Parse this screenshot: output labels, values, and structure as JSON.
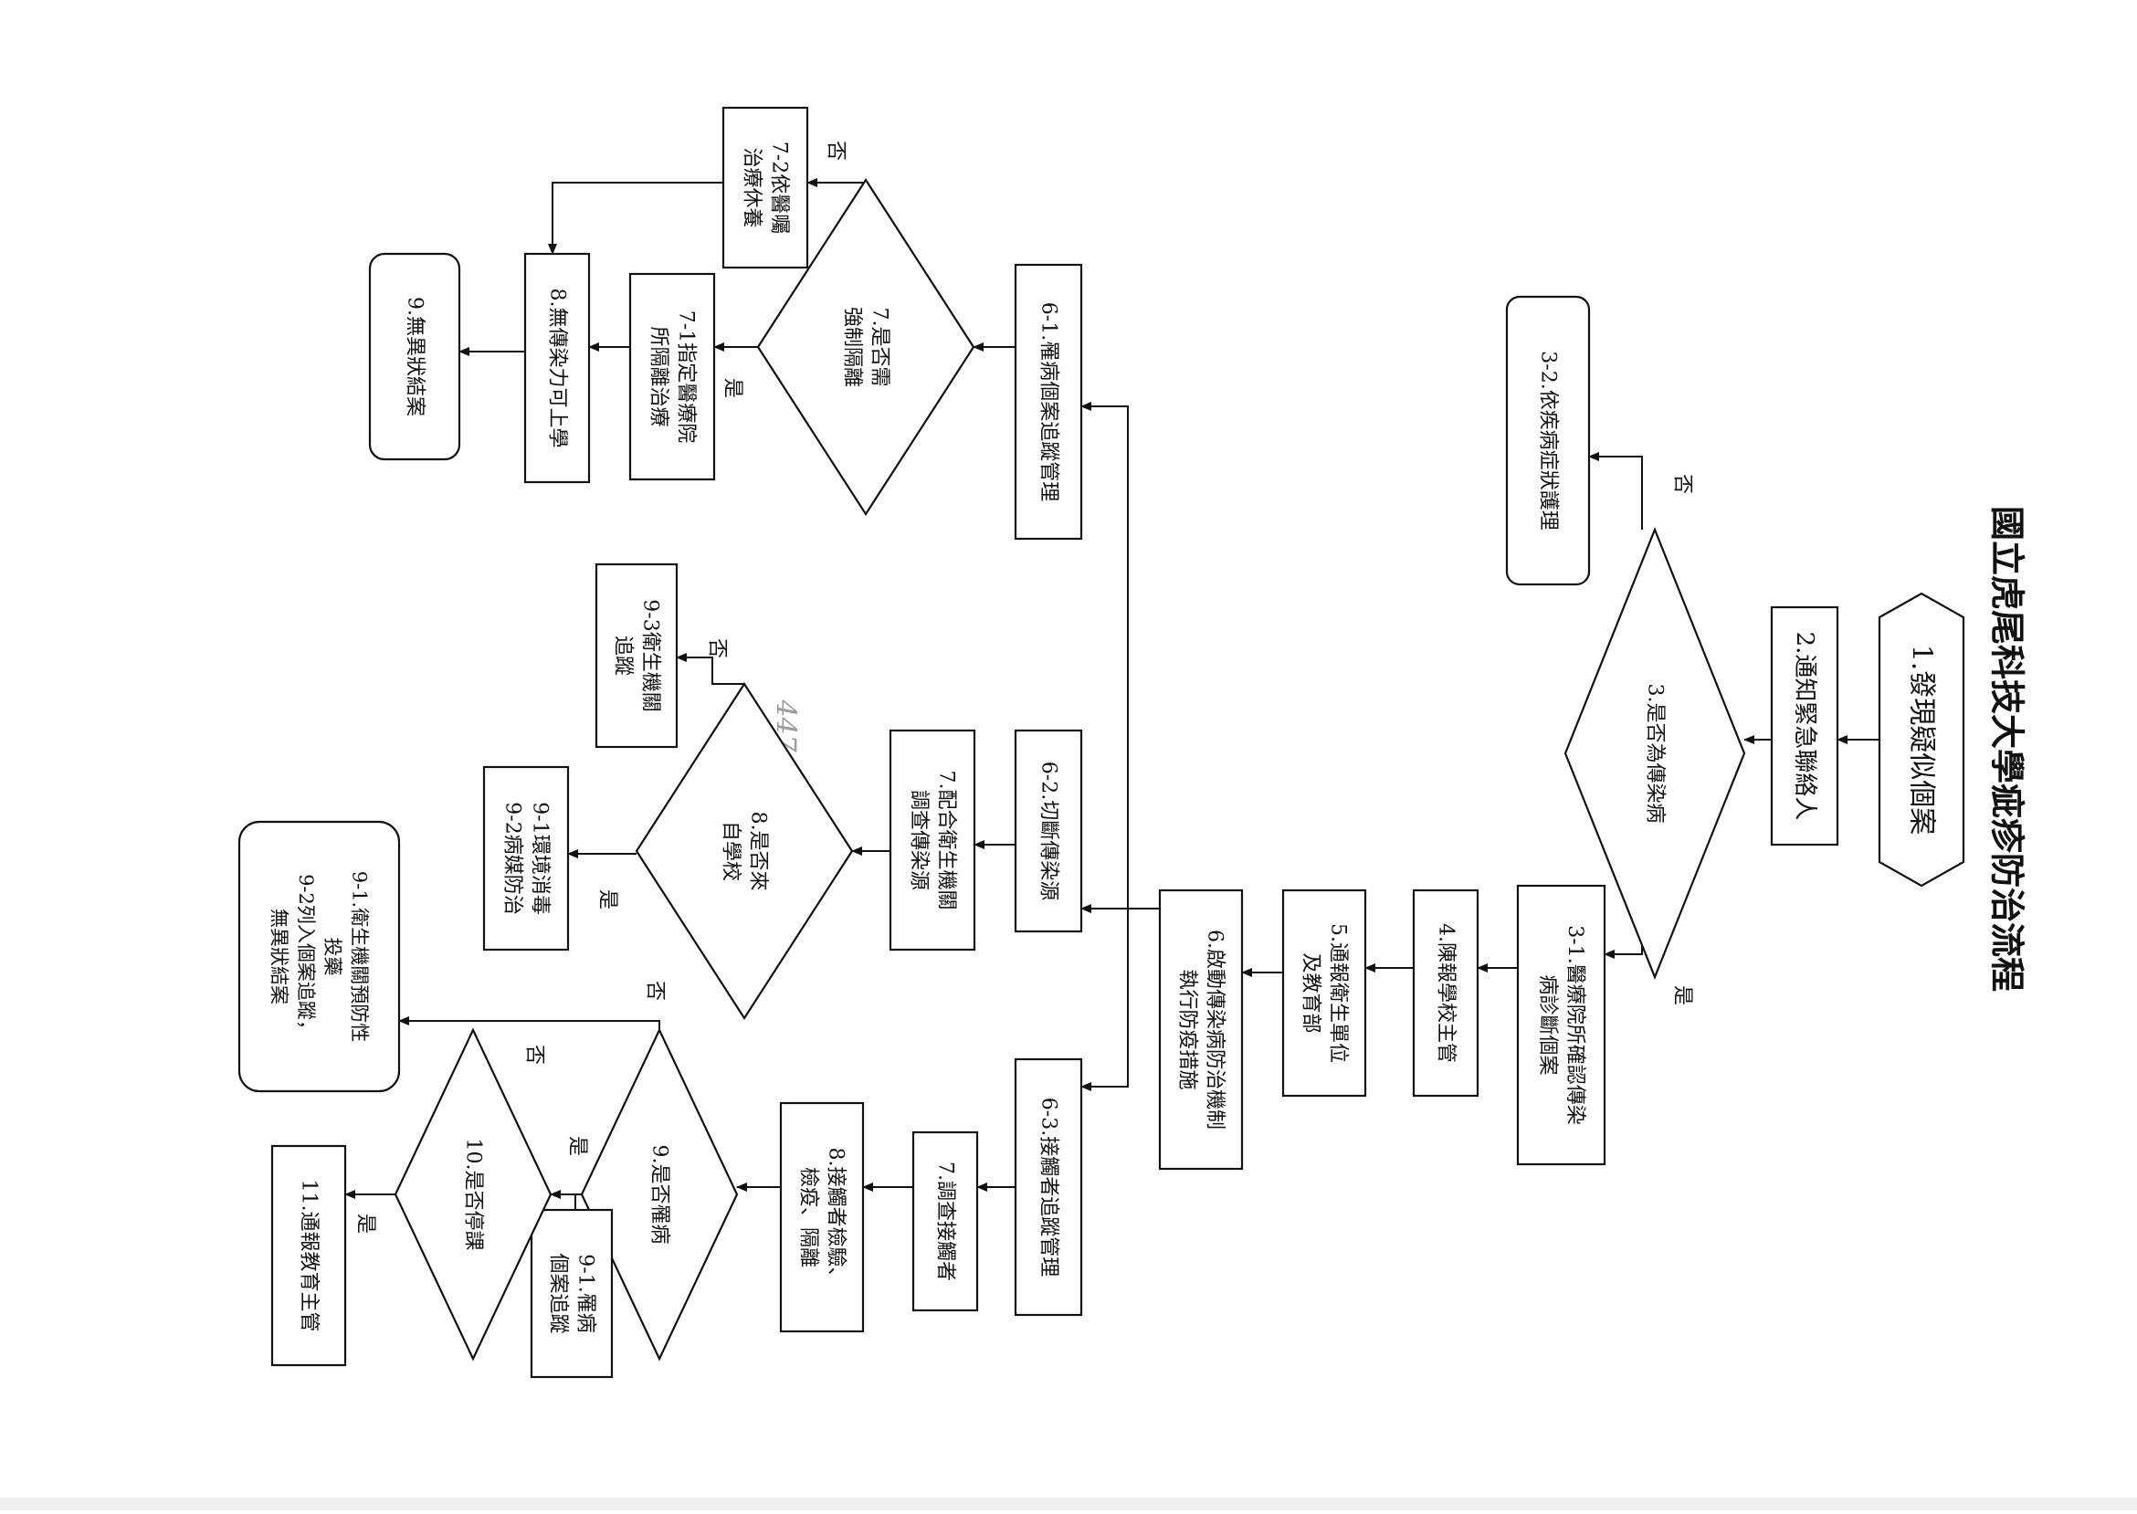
{
  "title": "國立虎尾科技大學疵疹防治流程",
  "nodes": {
    "n1": "1.發現疑似個案",
    "n2": "2.通知緊急聯絡人",
    "n3": "3.是否為傳染病",
    "n32": "3-2.依疾病症狀護理",
    "n31": [
      "3-1.醫療院所確認傳染",
      "病診斷個案"
    ],
    "n4": "4.陳報學校主管",
    "n5": [
      "5.通報衛生單位",
      "及教育部"
    ],
    "n6": [
      "6.啟動傳染病防治機制",
      "執行防疫措施"
    ],
    "n61": "6-1.罹病個案追蹤管理",
    "n7q": [
      "7.是否需",
      "強制隔離"
    ],
    "n71": [
      "7-1指定醫療院",
      "所隔離治療"
    ],
    "n72": [
      "7-2依醫囑",
      "治療休養"
    ],
    "n8": "8.無傳染力可上學",
    "n9end": "9.無異狀結案",
    "n62": "6-2.切斷傳染源",
    "n7b": [
      "7.配合衛生機關",
      "調查傳染源"
    ],
    "n8q": [
      "8.是否來",
      "自學校"
    ],
    "n93": [
      "9-3衛生機關",
      "追蹤"
    ],
    "n91": [
      "9-1環境消毒",
      "9-2病媒防治"
    ],
    "n63": "6-3.接觸者追蹤管理",
    "n7c": "7.調查接觸者",
    "n8c": [
      "8.接觸者檢驗、",
      "檢疫、隔離"
    ],
    "n9q": "9.是否罹病",
    "n91c": [
      "9-1.罹病",
      "個案追蹤"
    ],
    "n10q": "10.是否停課",
    "n11": "11.通報教育主管",
    "nprev": [
      "9-1.衛生機關預防性",
      "投藥",
      "9-2列入個案追蹤，",
      "無異狀結案"
    ]
  },
  "labels": {
    "yes": "是",
    "no": "否"
  },
  "annotations": {
    "pencil_note": "447"
  }
}
